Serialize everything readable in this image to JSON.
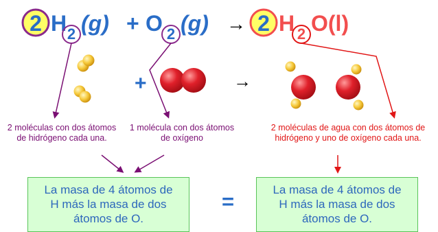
{
  "equation": {
    "reactant1": {
      "coefficient": "2",
      "symbol": "H",
      "subscript": "2",
      "state": "(g)"
    },
    "plus_sign": "+",
    "reactant2": {
      "symbol": "O",
      "subscript": "2",
      "state": "(g)"
    },
    "arrow": "→",
    "product": {
      "coefficient": "2",
      "symbol": "H",
      "subscript": "2",
      "rest": "O(l)"
    }
  },
  "molecules_row": {
    "plus": "+",
    "arrow": "→"
  },
  "labels": {
    "hydrogen": {
      "line1": "2 moléculas con dos átomos",
      "line2": "de hidrógeno cada una."
    },
    "oxygen": {
      "line1": "1 molécula con dos átomos",
      "line2": "de oxígeno"
    },
    "water": {
      "line1": "2 moléculas de agua con dos átomos de",
      "line2": "hidrógeno y uno de oxígeno cada una."
    }
  },
  "boxes": {
    "left": {
      "line1": "La masa de 4 átomos de",
      "line2": "H más la masa de dos",
      "line3": "átomos de O."
    },
    "right": {
      "line1": "La masa de 4 átomos de",
      "line2": "H más la masa de dos",
      "line3": "átomos de O."
    },
    "equals": "="
  },
  "colors": {
    "equation_blue": "#2a6dc7",
    "product_red": "#f24e4e",
    "coefficient_fill": "#ffff66",
    "reactant_circle": "#8a2a8c",
    "label_purple": "#7a0f73",
    "label_red": "#e11616",
    "hydrogen_atom": "#f3c436",
    "oxygen_atom": "#d7141e",
    "box_fill": "#d8ffd5",
    "box_border": "#58c458"
  }
}
